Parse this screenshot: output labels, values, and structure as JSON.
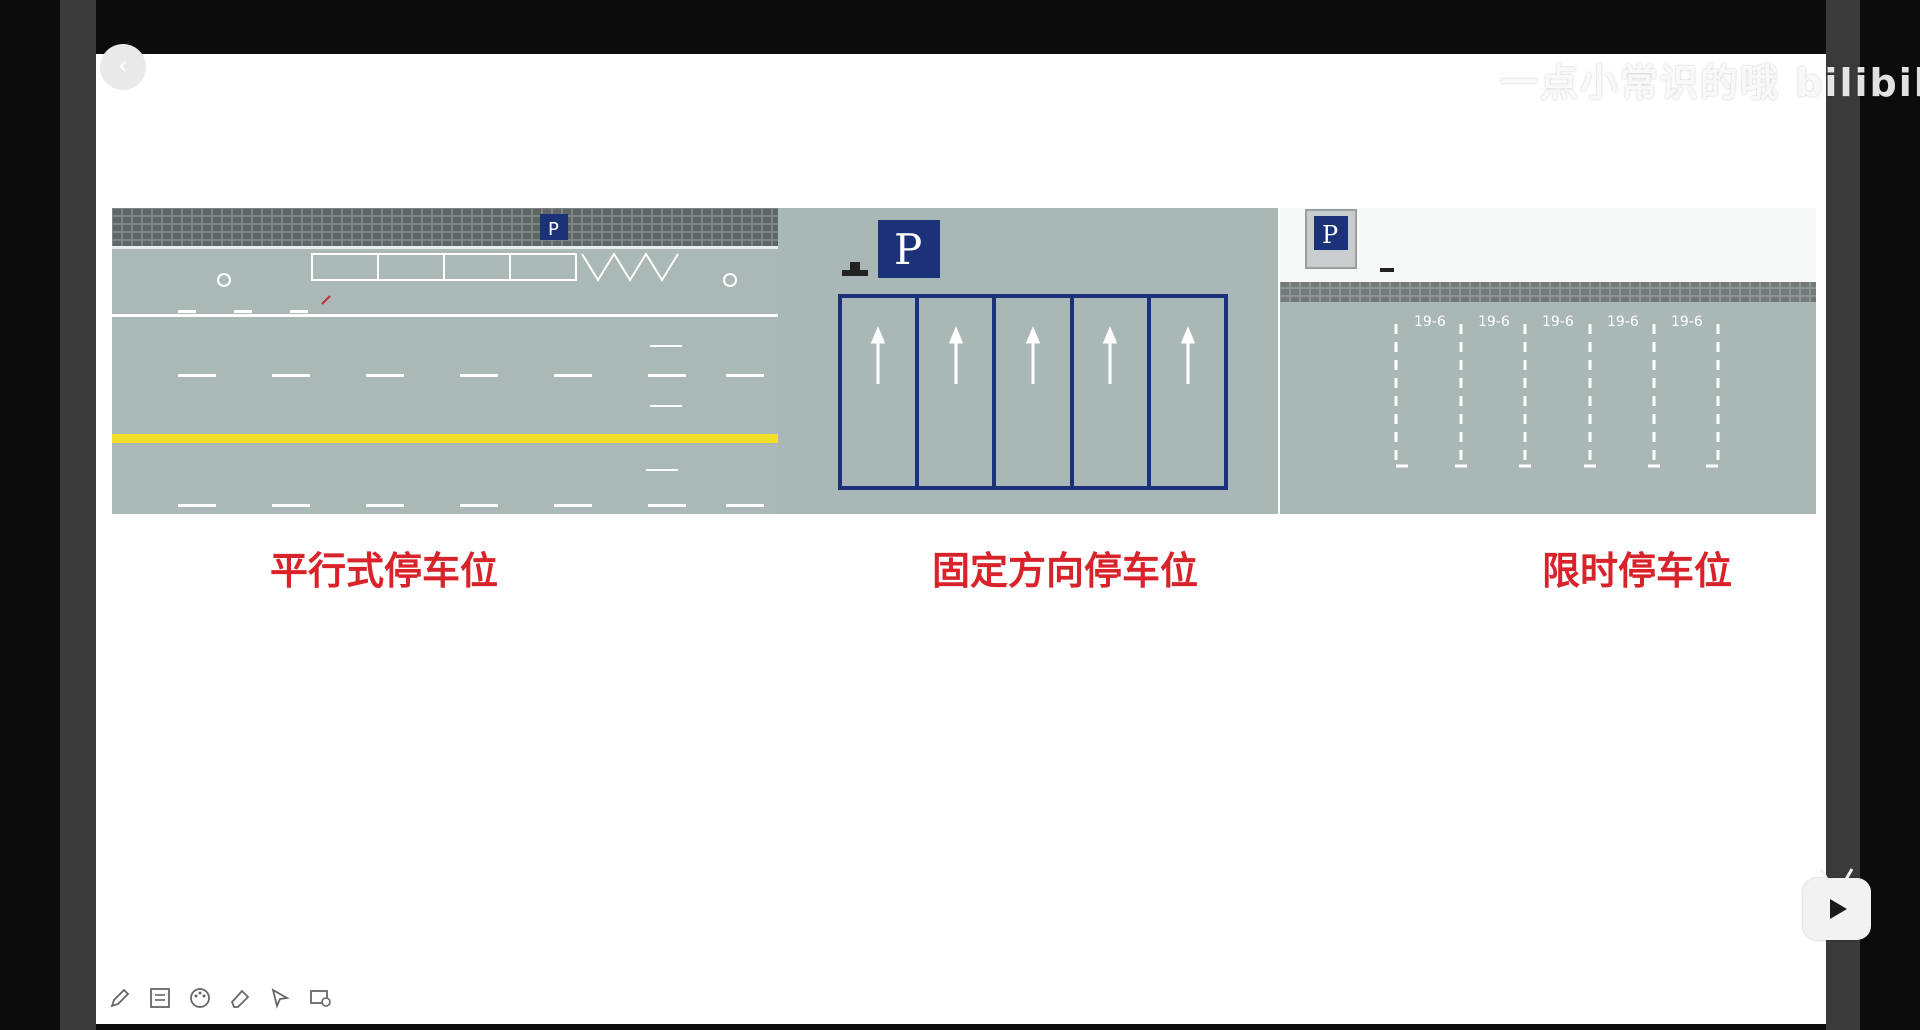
{
  "watermark": {
    "text": "一点小常识的哦 bilibili"
  },
  "labels": {
    "parallel": "平行式停车位",
    "fixed": "固定方向停车位",
    "timed": "限时停车位"
  },
  "signs": {
    "parking_letter": "P"
  },
  "timed_slots": [
    "19-6",
    "19-6",
    "19-6",
    "19-6",
    "19-6"
  ],
  "toolbar": {
    "tools": [
      "pencil-icon",
      "list-icon",
      "palette-icon",
      "eraser-icon",
      "pointer-icon",
      "screen-icon"
    ]
  },
  "colors": {
    "road": "#a9b8b7",
    "sidewalk": "#7c8584",
    "yellow_line": "#f3de2a",
    "sign_blue": "#1c3278",
    "label_red": "#d9232a"
  }
}
